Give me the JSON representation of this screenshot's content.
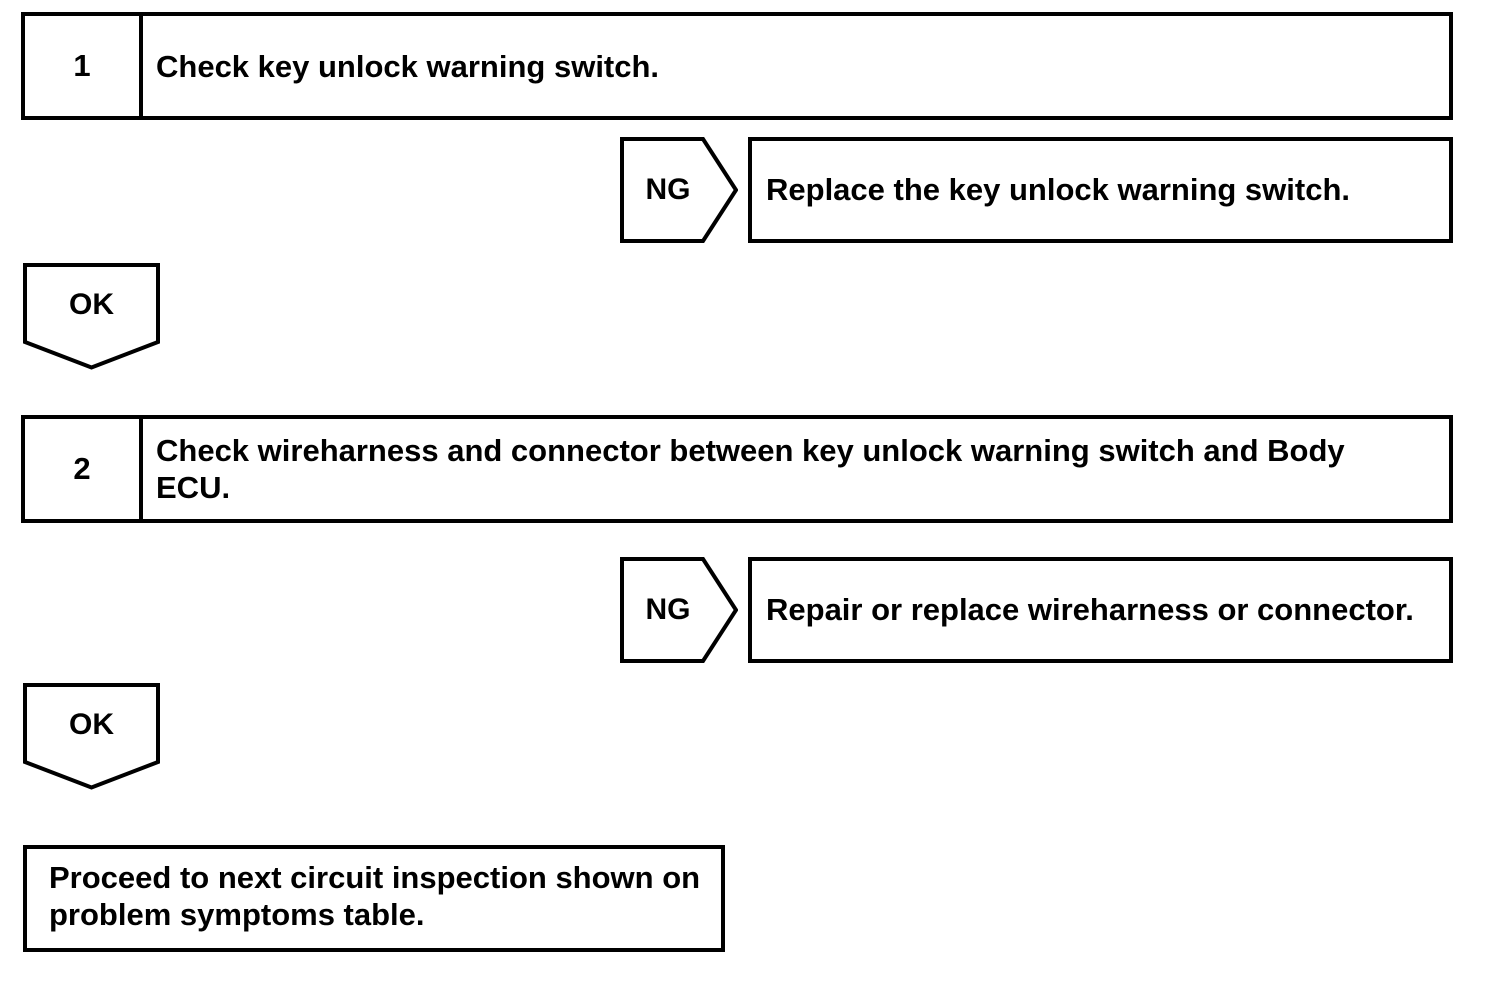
{
  "colors": {
    "ink": "#000000",
    "paper": "#ffffff"
  },
  "flowchart": {
    "steps": [
      {
        "number": "1",
        "instruction_lines": [
          "Check key unlock warning switch."
        ],
        "ng": {
          "label": "NG",
          "action_lines": [
            "Replace the key unlock warning switch."
          ]
        },
        "ok": {
          "label": "OK"
        }
      },
      {
        "number": "2",
        "instruction_lines": [
          "Check wireharness and connector between key unlock warning switch and Body",
          "ECU."
        ],
        "ng": {
          "label": "NG",
          "action_lines": [
            "Repair or replace wireharness or connector."
          ]
        },
        "ok": {
          "label": "OK"
        }
      }
    ],
    "terminal": {
      "text_lines": [
        "Proceed to next circuit inspection shown on",
        "problem symptoms table."
      ]
    }
  }
}
